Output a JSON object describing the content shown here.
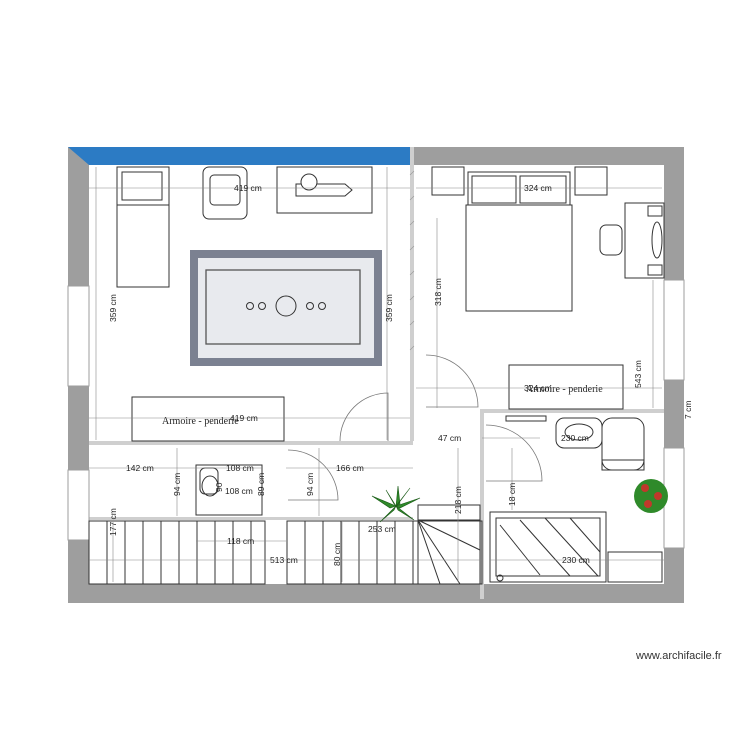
{
  "watermark": "www.archifacile.fr",
  "labels": {
    "wardrobe_left": "Armoire - penderie",
    "wardrobe_right": "Armoire - penderie"
  },
  "dimensions": {
    "d1": "419 cm",
    "d2": "324 cm",
    "d3": "359 cm",
    "d4": "359 cm",
    "d5": "318 cm",
    "d6": "543 cm",
    "d7": "419 cm",
    "d8": "324 cm",
    "d9": "7 cm",
    "d10": "47 cm",
    "d11": "230 cm",
    "d12": "142 cm",
    "d13": "108 cm",
    "d14": "90",
    "d15": "108 cm",
    "d16": "89 cm",
    "d17": "166 cm",
    "d18": "94 cm",
    "d19": "94 cm",
    "d20": "177 cm",
    "d21": "118 cm",
    "d22": "513 cm",
    "d23": "80 cm",
    "d24": "253 cm",
    "d25": "218 cm",
    "d26": "18 cm",
    "d27": "230 cm"
  },
  "colors": {
    "wall": "#9e9e9e",
    "accent_wall": "#2c7bc4",
    "rug_outer": "#7b8191",
    "rug_inner": "#e8eaee",
    "plant": "#2f8a2a"
  }
}
